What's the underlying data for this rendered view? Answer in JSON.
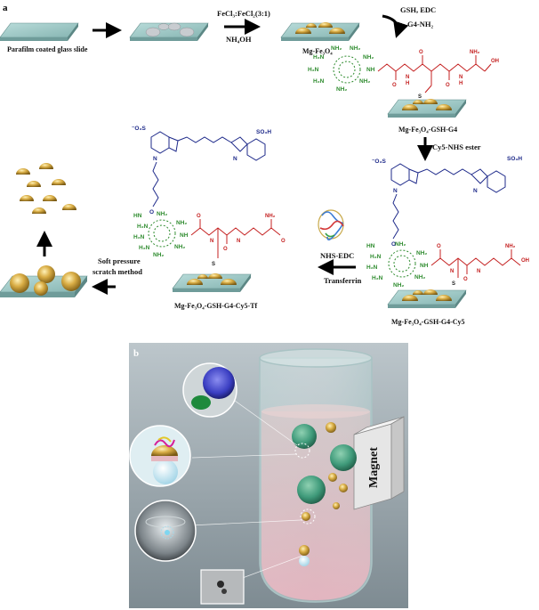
{
  "panel_a": {
    "label": "a",
    "slide_caption": "Parafilm  coated glass slide",
    "reagent_1_line1": "FeCl₃:FeCl₂(3:1)",
    "reagent_1_line2": "NH₄OH",
    "mgfe_caption": "Mg-Fe₃O₄",
    "reagent_2_line1": "GSH, EDC",
    "reagent_2_line2": "G4-NH₂",
    "gsh_g4_caption": "Mg-Fe₃O₄-GSH-G4",
    "reagent_3": "Cy5-NHS ester",
    "cy5_caption": "Mg-Fe₃O₄-GSH-G4-Cy5",
    "reagent_4_line1": "NHS-EDC",
    "reagent_4_line2": "Transferrin",
    "tf_caption": "Mg-Fe₃O₄-GSH-G4-Cy5-Tf",
    "reagent_5_line1": "Soft pressure",
    "reagent_5_line2": "scratch method",
    "chem": {
      "nh2": "NH₂",
      "h2n": "H₂N",
      "hn": "HN",
      "nh": "NH",
      "h": "H",
      "n": "N",
      "o": "O",
      "s": "S",
      "oh": "OH",
      "so3h": "SO₃H",
      "o3s": "⁻O₃S"
    }
  },
  "panel_b": {
    "label": "b",
    "magnet_label": "Magnet"
  },
  "colors": {
    "glass_top": "#9fc7c5",
    "glass_side": "#6f9c9a",
    "gold": "#c9a03b",
    "green_chem": "#2e8b2e",
    "red_chem": "#c42020",
    "blue_chem": "#1e2a8a",
    "panel_b_bg": "#9aa6ad"
  }
}
